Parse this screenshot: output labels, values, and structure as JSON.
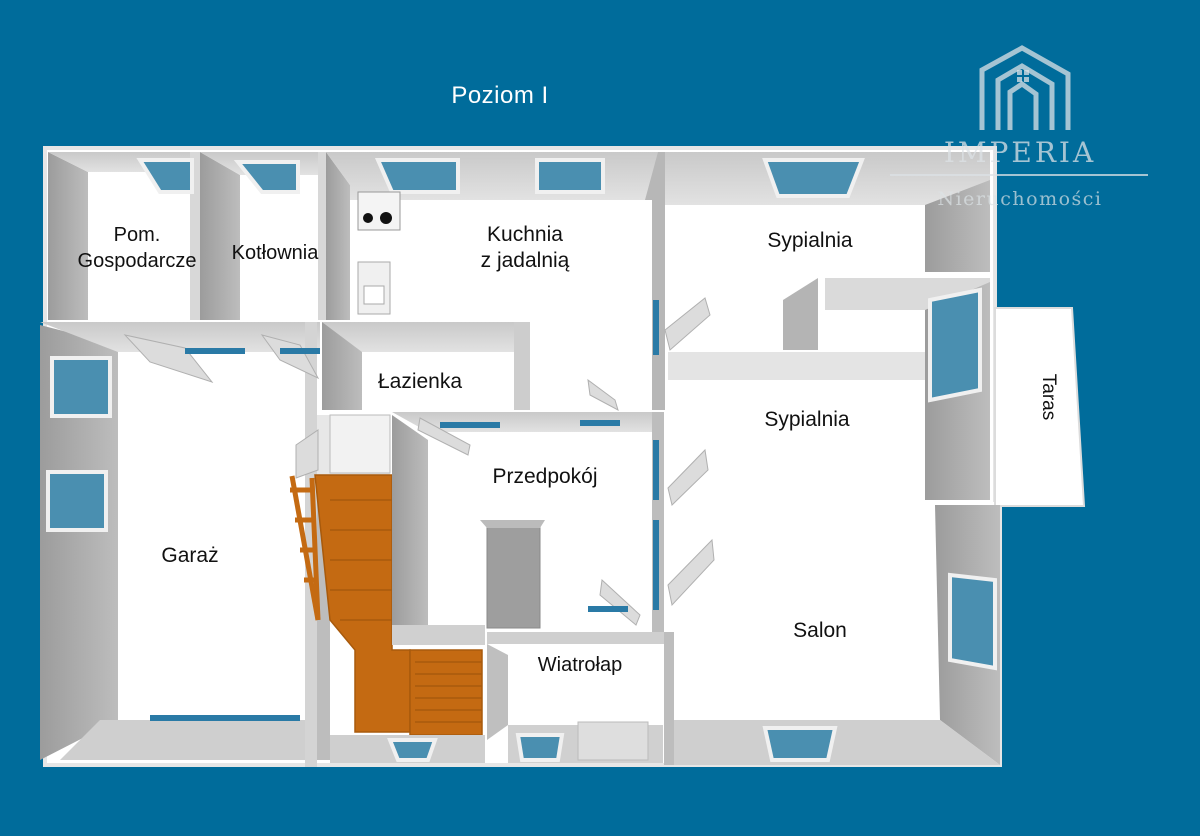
{
  "level_title": "Poziom I",
  "logo": {
    "name": "IMPERIA",
    "subtitle": "Nieruchomości",
    "color": "#dce2e6"
  },
  "colors": {
    "background": "#006c9b",
    "floor": "#ffffff",
    "wall": "#a8a8a8",
    "window": "#4a8fb0",
    "stairs": "#c46a12"
  },
  "rooms": {
    "pom_gospodarcze": [
      "Pom.",
      "Gospodarcze"
    ],
    "kotlownia": "Kotłownia",
    "kuchnia": [
      "Kuchnia",
      "z jadalnią"
    ],
    "sypialnia_1": "Sypialnia",
    "lazienka": "Łazienka",
    "sypialnia_2": "Sypialnia",
    "taras": "Taras",
    "garaz": "Garaż",
    "przedpokoj": "Przedpokój",
    "wiatrolap": "Wiatrołap",
    "salon": "Salon"
  }
}
